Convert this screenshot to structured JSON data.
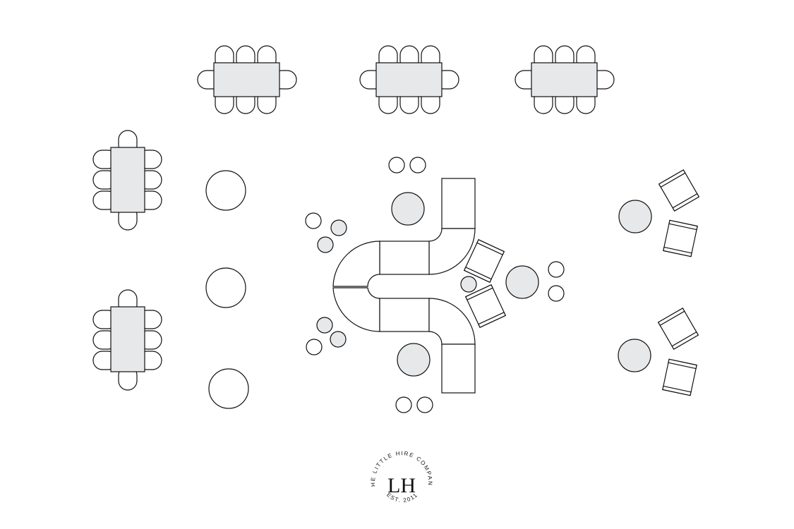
{
  "logo": {
    "monogram": "LH",
    "arc_text": "THE LITTLE HIRE COMPANY",
    "established": "EST. 2011"
  },
  "colors": {
    "line": "#111111",
    "fill_grey": "#e6e8ea",
    "background": "#ffffff"
  }
}
